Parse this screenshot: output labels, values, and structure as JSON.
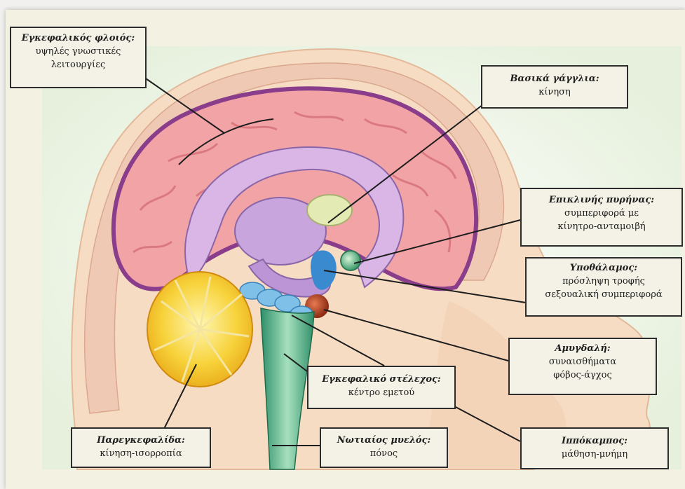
{
  "labels": {
    "cortex": {
      "title": "Εγκεφαλικός φλοιός:",
      "desc1": "υψηλές γνωστικές",
      "desc2": "λειτουργίες"
    },
    "basal_ganglia": {
      "title": "Βασικά γάγγλια:",
      "desc1": "κίνηση"
    },
    "nucleus_accumbens": {
      "title": "Επικλινής πυρήνας:",
      "desc1": "συμπεριφορά με",
      "desc2": "κίνητρο-ανταμοιβή"
    },
    "hypothalamus": {
      "title": "Υποθάλαμος:",
      "desc1": "πρόσληψη τροφής",
      "desc2": "σεξουαλική συμπεριφορά"
    },
    "amygdala": {
      "title": "Αμυγδαλή:",
      "desc1": "συναισθήματα",
      "desc2": "φόβος-άγχος"
    },
    "brainstem": {
      "title": "Εγκεφαλικό στέλεχος:",
      "desc1": "κέντρο εμετού"
    },
    "hippocampus": {
      "title": "Ιππόκαμπος:",
      "desc1": "μάθηση-μνήμη"
    },
    "cerebellum": {
      "title": "Παρεγκεφαλίδα:",
      "desc1": "κίνηση-ισορροπία"
    },
    "spinal_cord": {
      "title": "Νωτιαίος μυελός:",
      "desc1": "πόνος"
    }
  }
}
